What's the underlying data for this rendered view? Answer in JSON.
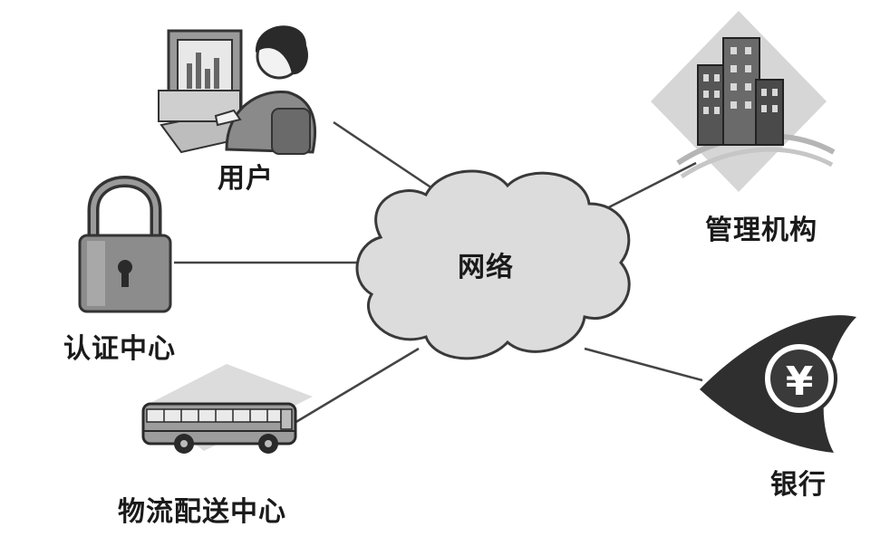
{
  "hub": {
    "label": "网络"
  },
  "nodes": {
    "user": {
      "label": "用户"
    },
    "management": {
      "label": "管理机构"
    },
    "auth": {
      "label": "认证中心"
    },
    "bank": {
      "label": "银行",
      "symbol": "¥"
    },
    "logistics": {
      "label": "物流配送中心"
    }
  },
  "colors": {
    "line": "#444444",
    "cloud_fill": "#dcdcdc",
    "cloud_stroke": "#3a3a3a",
    "icon_dark": "#333333",
    "icon_mid": "#8a8a8a",
    "icon_light": "#cfcfcf"
  }
}
